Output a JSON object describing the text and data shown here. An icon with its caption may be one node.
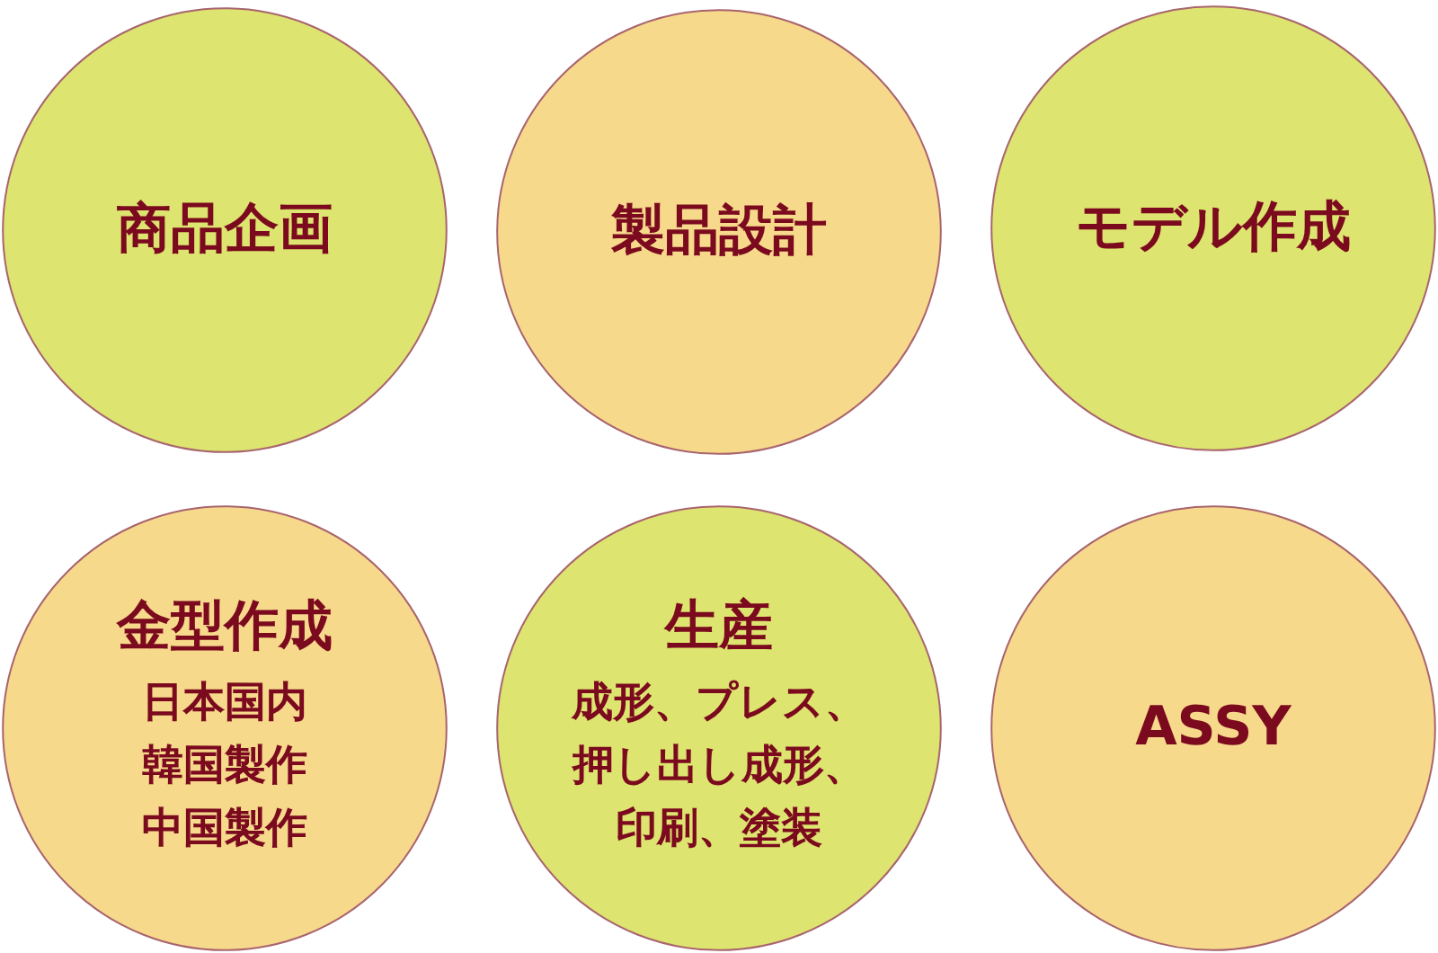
{
  "diagram": {
    "nodes": [
      {
        "text": [
          "商品企画"
        ]
      },
      {
        "text": [
          "製品設計"
        ]
      },
      {
        "text": [
          "モデル作成"
        ]
      },
      {
        "text": [
          "金型作成",
          "日本国内",
          "韓国製作",
          "中国製作"
        ]
      },
      {
        "text": [
          "生産",
          "成形、プレス、押し出し成形、印刷、塗装"
        ]
      },
      {
        "text": [
          "ASSY"
        ]
      }
    ]
  }
}
